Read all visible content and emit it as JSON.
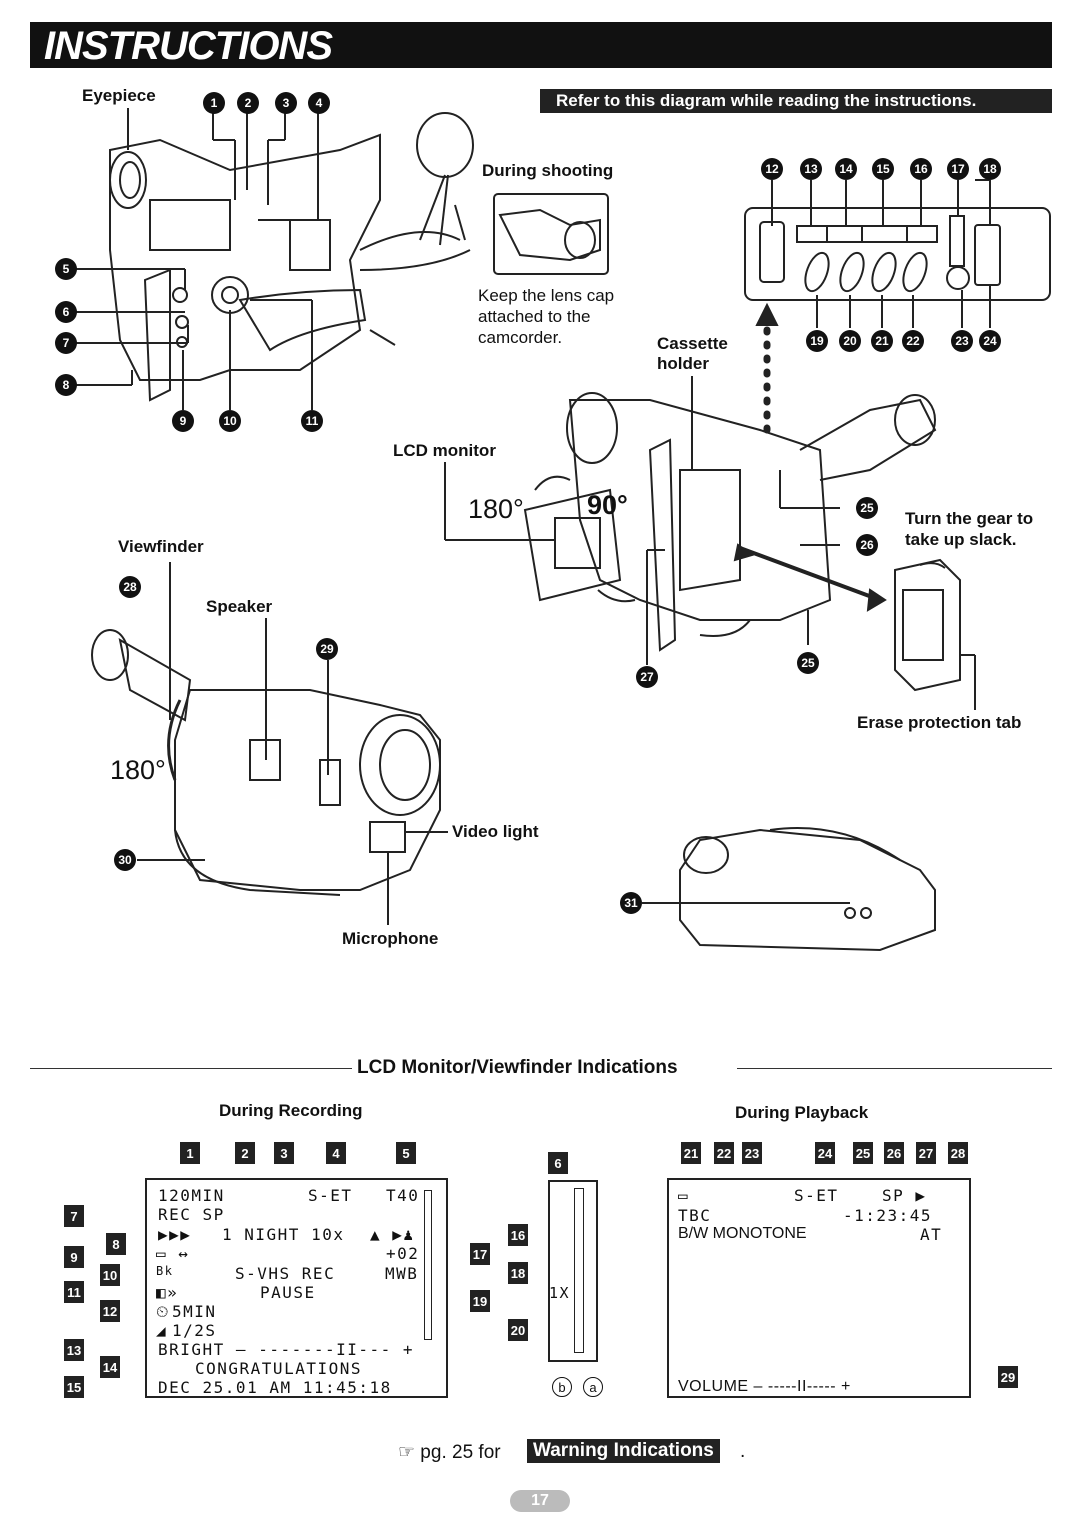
{
  "header": {
    "title": "INSTRUCTIONS",
    "refer": "Refer to this diagram while reading the instructions."
  },
  "labels": {
    "eyepiece": "Eyepiece",
    "during_shooting": "During shooting",
    "lens_cap_note": [
      "Keep the lens cap",
      "attached to the",
      "camcorder."
    ],
    "cassette_holder": [
      "Cassette",
      "holder"
    ],
    "lcd_monitor": "LCD monitor",
    "angle_180": "180°",
    "angle_90": "90°",
    "viewfinder": "Viewfinder",
    "speaker": "Speaker",
    "angle_180_b": "180°",
    "video_light": "Video light",
    "microphone": "Microphone",
    "turn_gear": [
      "Turn the gear to",
      "take up slack."
    ],
    "erase_tab": "Erase protection tab"
  },
  "callouts": [
    "1",
    "2",
    "3",
    "4",
    "5",
    "6",
    "7",
    "8",
    "9",
    "10",
    "11",
    "12",
    "13",
    "14",
    "15",
    "16",
    "17",
    "18",
    "19",
    "20",
    "21",
    "22",
    "23",
    "24",
    "25",
    "26",
    "27",
    "28",
    "29",
    "30",
    "31"
  ],
  "indications": {
    "section_title": "LCD Monitor/Viewfinder Indications",
    "during_recording": "During Recording",
    "during_playback": "During Playback",
    "rec_lines": {
      "l1a": "120MIN",
      "l1b": "S-ET",
      "l1c": "T40",
      "l2": "REC SP",
      "l3a": "1 NIGHT 10x",
      "l4": "+02",
      "l5a": "S-VHS REC",
      "l5b": "MWB",
      "l6": "PAUSE",
      "l7": "5MIN",
      "l8": "1/2S",
      "l9": "BRIGHT – -------II--- +",
      "l10": "CONGRATULATIONS",
      "l11": "DEC 25.01  AM 11:45:18"
    },
    "zoom": "1X",
    "letter_b": "b",
    "letter_a": "a",
    "play_lines": {
      "l1a": "S-ET",
      "l1b": "SP ▶",
      "l2a": "TBC",
      "l2b": "-1:23:45",
      "l3a": "B/W MONOTONE",
      "l3b": "AT",
      "l4": "VOLUME – -----II----- +"
    }
  },
  "footer": {
    "ref": "☞ pg. 25 for",
    "warning": "Warning Indications",
    "dot": ".",
    "page": "17"
  }
}
